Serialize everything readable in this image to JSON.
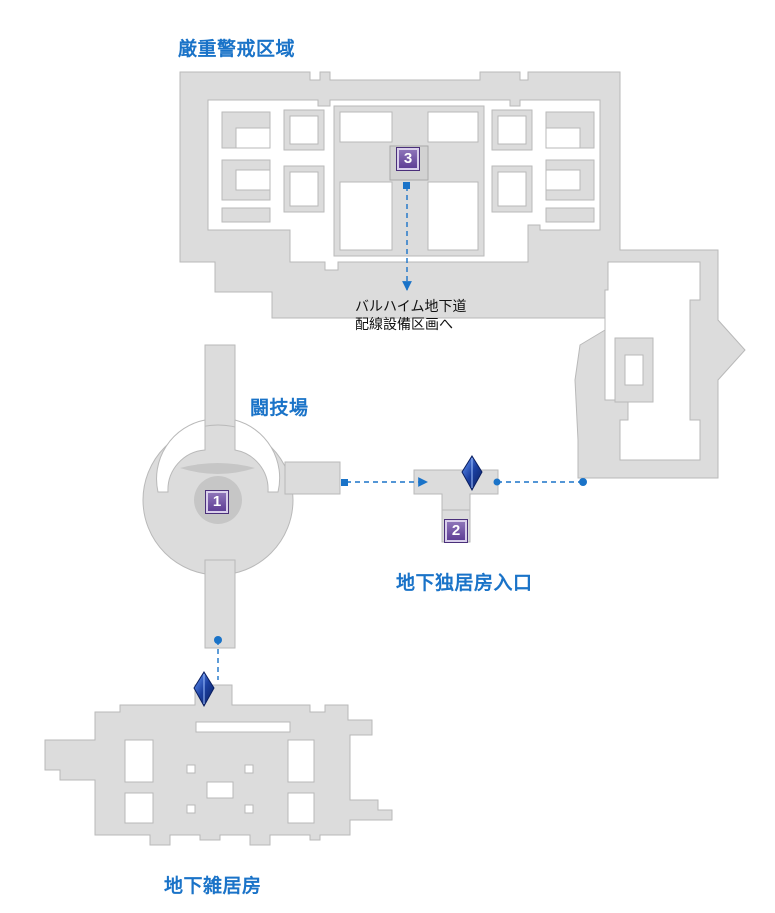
{
  "areas": {
    "high_security": "厳重警戒区域",
    "arena": "闘技場",
    "solitary_entrance": "地下独居房入口",
    "communal_cells": "地下雑居房"
  },
  "destination": {
    "line1": "バルハイム地下道",
    "line2": "配線設備区画へ"
  },
  "markers": [
    "1",
    "2",
    "3"
  ],
  "colors": {
    "floor": "#dcdcdc",
    "floor_edge": "#b5b5b5",
    "label": "#1a73c8",
    "route": "#1a73c8",
    "marker": "#6a4aa0",
    "crystal": "#1b3fa0"
  },
  "icons": [
    "save-crystal-icon",
    "route-dot-icon",
    "arrow-icon"
  ]
}
